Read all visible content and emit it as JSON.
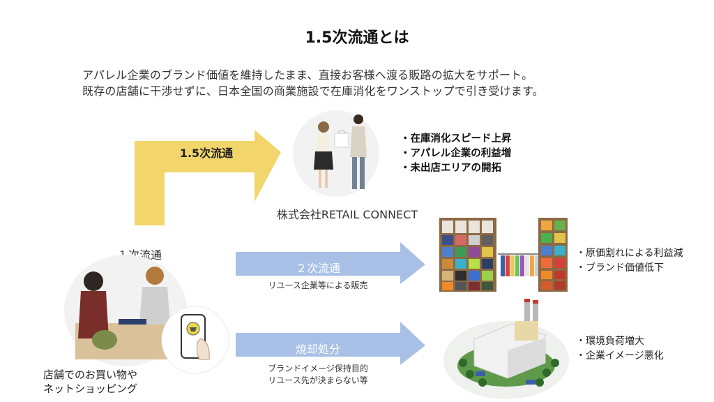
{
  "title": "1.5次流通とは",
  "intro_lines": [
    "アパレル企業のブランド価値を維持したまま、直接お客様へ渡る販路の拡大をサポート。",
    "既存の店舗に干渉せずに、日本全国の商業施設で在庫消化をワンストップで引き受けます。"
  ],
  "flow_15": {
    "label": "1.5次流通",
    "company": "株式会社RETAIL CONNECT",
    "benefits": [
      "・在庫消化スピード上昇",
      "・アパレル企業の利益増",
      "・未出店エリアの開拓"
    ],
    "arrow_color": "#f2d66b"
  },
  "primary": {
    "label": "１次流通",
    "caption_lines": [
      "店舗でのお買い物や",
      "ネットショッピング"
    ]
  },
  "secondary": {
    "label": "２次流通",
    "sub": "リユース企業等による販売",
    "effects": [
      "・原価割れによる利益減",
      "・ブランド価値低下"
    ],
    "arrow_color": "#a9c0e6"
  },
  "incineration": {
    "label": "焼却処分",
    "sub_lines": [
      "ブランドイメージ保持目的",
      "リユース先が決まらない等"
    ],
    "effects": [
      "・環境負荷増大",
      "・企業イメージ悪化"
    ],
    "arrow_color": "#a9c0e6"
  }
}
